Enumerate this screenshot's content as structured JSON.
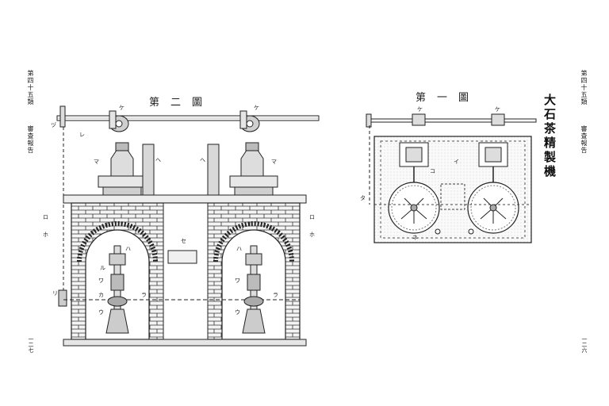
{
  "left_margin": {
    "volume": "第四十五類",
    "category": "審査報告",
    "page_number": "一二七"
  },
  "right_margin": {
    "volume": "第四十五類",
    "category": "審査報告",
    "page_number": "一二六"
  },
  "figure_two": {
    "title": "第二圖"
  },
  "figure_one": {
    "title": "第一圖"
  },
  "main_title": "大石茶精製機",
  "labels": {
    "ro": "ロ",
    "ho": "ホ",
    "ri": "リ",
    "re": "レ",
    "ma": "マ",
    "he": "ヘ",
    "ke": "ケ",
    "ha": "ハ",
    "ru": "ル",
    "wa": "ワ",
    "ka": "カ",
    "ra": "ラ",
    "u": "ウ",
    "i": "イ",
    "se": "セ",
    "ko": "コ",
    "ta": "タ",
    "ne": "ネ",
    "zu": "ヅ"
  }
}
